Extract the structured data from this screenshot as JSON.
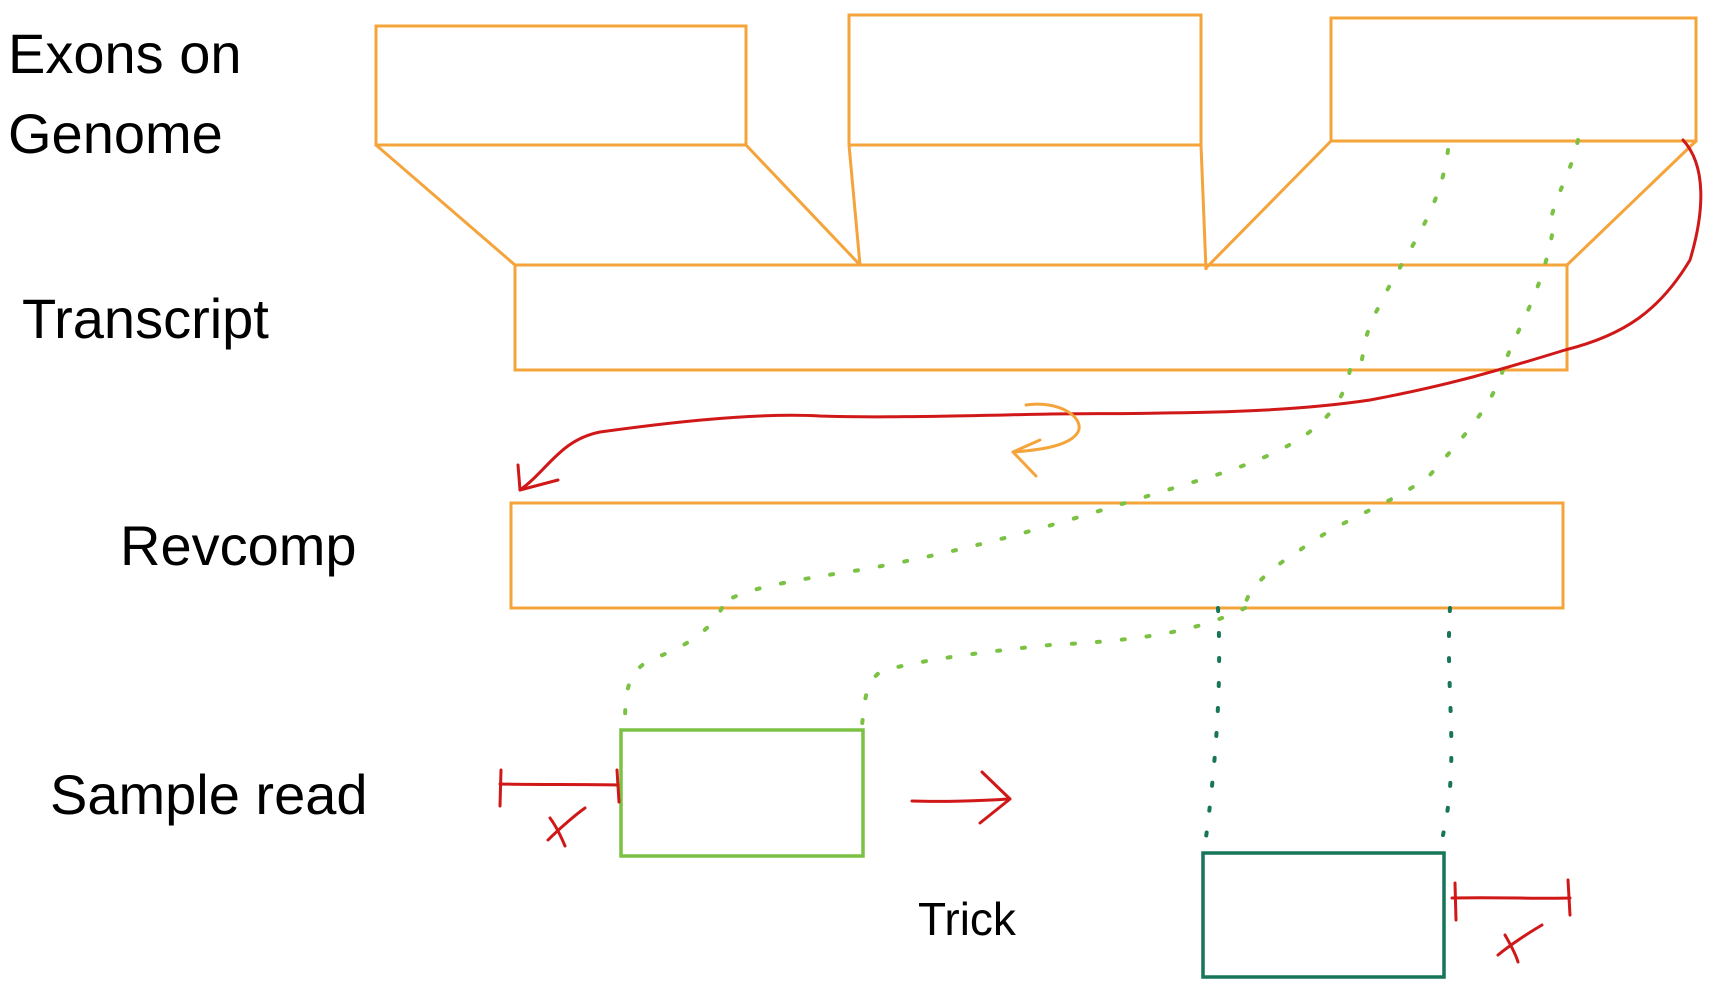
{
  "labels": {
    "exons_line1": "Exons on",
    "exons_line2": "Genome",
    "transcript": "Transcript",
    "revcomp": "Revcomp",
    "sample_read": "Sample read",
    "trick": "Trick",
    "offset_mark_left": "x",
    "offset_mark_right": "x"
  },
  "colors": {
    "exon_orange": "#F4A43A",
    "read_green": "#7BC143",
    "trick_read_green": "#17755A",
    "arrow_red": "#D01818",
    "text": "#000000"
  }
}
